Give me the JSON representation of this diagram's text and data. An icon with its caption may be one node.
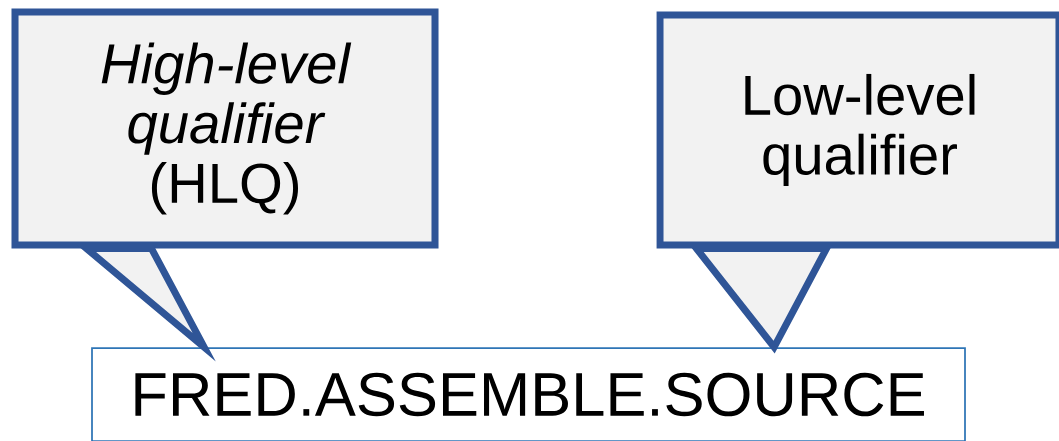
{
  "diagram": {
    "nodes": [
      {
        "text": [
          "*High-level qualifier* (HLQ)"
        ]
      },
      {
        "text": [
          "Low-level qualifier"
        ]
      },
      {
        "text": [
          "FRED.ASSEMBLE.SOURCE"
        ]
      }
    ],
    "edges": [
      {
        "from": 0,
        "to": 2,
        "arrow": "none"
      },
      {
        "from": 1,
        "to": 2,
        "arrow": "none"
      }
    ]
  }
}
